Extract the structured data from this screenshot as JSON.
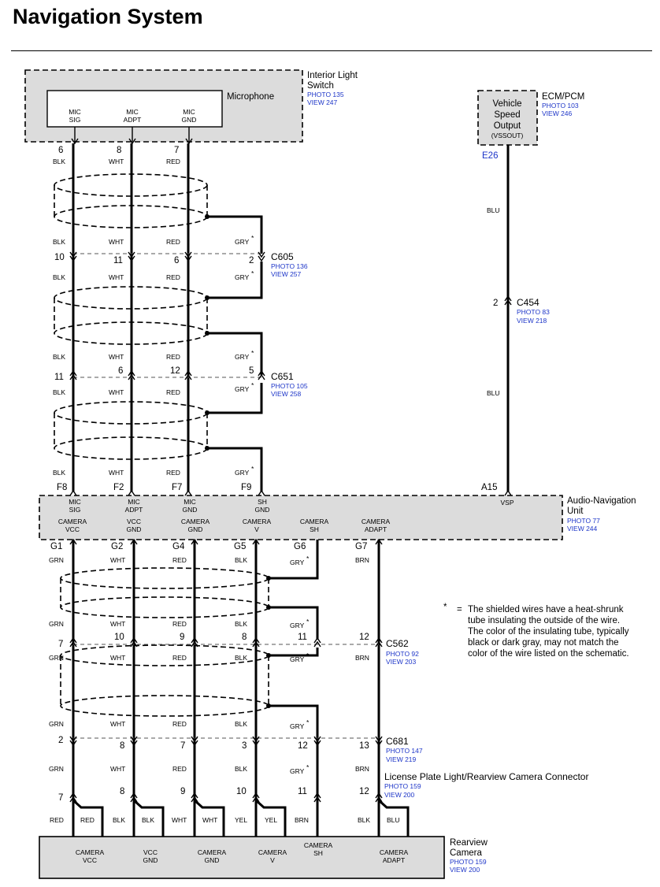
{
  "title": "Navigation System",
  "interior_light_switch": {
    "name_line1": "Interior Light",
    "name_line2": "Switch",
    "photo": "PHOTO 135",
    "view": "VIEW 247",
    "microphone": "Microphone",
    "pins": [
      [
        "MIC",
        "SIG"
      ],
      [
        "MIC",
        "ADPT"
      ],
      [
        "MIC",
        "GND"
      ]
    ]
  },
  "ecm": {
    "name": "ECM/PCM",
    "photo": "PHOTO 103",
    "view": "VIEW 246",
    "vss_lines": [
      "Vehicle",
      "Speed",
      "Output"
    ],
    "vss_code": "(VSSOUT)",
    "terminal": "E26"
  },
  "top_pins": [
    "6",
    "8",
    "7"
  ],
  "colors": {
    "blk": "BLK",
    "wht": "WHT",
    "red": "RED",
    "gry": "GRY",
    "blu": "BLU",
    "grn": "GRN",
    "brn": "BRN",
    "yel": "YEL",
    "star": "*"
  },
  "c605": {
    "name": "C605",
    "photo": "PHOTO 136",
    "view": "VIEW 257",
    "pins": [
      "10",
      "11",
      "6",
      "2"
    ]
  },
  "c651": {
    "name": "C651",
    "photo": "PHOTO 105",
    "view": "VIEW 258",
    "pins": [
      "11",
      "6",
      "12",
      "5"
    ]
  },
  "c454": {
    "name": "C454",
    "photo": "PHOTO 83",
    "view": "VIEW 218",
    "pin": "2"
  },
  "anu": {
    "name_line1": "Audio-Navigation",
    "name_line2": "Unit",
    "photo": "PHOTO 77",
    "view": "VIEW 244",
    "top_terms": [
      "F8",
      "F2",
      "F7",
      "F9",
      "A15"
    ],
    "top_pins": [
      [
        "MIC",
        "SIG"
      ],
      [
        "MIC",
        "ADPT"
      ],
      [
        "MIC",
        "GND"
      ],
      [
        "SH",
        "GND"
      ]
    ],
    "vsp": "VSP",
    "bot_pins": [
      [
        "CAMERA",
        "VCC"
      ],
      [
        "VCC",
        "GND"
      ],
      [
        "CAMERA",
        "GND"
      ],
      [
        "CAMERA",
        "V"
      ],
      [
        "CAMERA",
        "SH"
      ],
      [
        "CAMERA",
        "ADAPT"
      ]
    ],
    "bot_terms": [
      "G1",
      "G2",
      "G4",
      "G5",
      "G6",
      "G7"
    ]
  },
  "note": {
    "star": "*",
    "eq": "=",
    "lines": [
      "The shielded wires have a heat-shrunk",
      "tube insulating the outside of the wire.",
      "The color of the insulating tube, typically",
      "black or dark gray, may not match the",
      "color of the wire listed on the schematic."
    ]
  },
  "c562": {
    "name": "C562",
    "photo": "PHOTO 92",
    "view": "VIEW 203",
    "pins": [
      "7",
      "10",
      "9",
      "8",
      "11",
      "12"
    ]
  },
  "c681": {
    "name": "C681",
    "photo": "PHOTO 147",
    "view": "VIEW 219",
    "pins": [
      "2",
      "8",
      "7",
      "3",
      "12",
      "13"
    ]
  },
  "lpl": {
    "name": "License Plate Light/Rearview Camera Connector",
    "photo": "PHOTO 159",
    "view": "VIEW 200",
    "pins": [
      "7",
      "8",
      "9",
      "10",
      "11",
      "12"
    ],
    "labels_left": [
      "RED",
      "BLK",
      "WHT",
      "YEL",
      "BRN",
      "BLK"
    ],
    "labels_right": [
      "RED",
      "BLK",
      "WHT",
      "YEL",
      "BLU"
    ]
  },
  "camera": {
    "name_line1": "Rearview",
    "name_line2": "Camera",
    "photo": "PHOTO 159",
    "view": "VIEW 200",
    "pins": [
      [
        "CAMERA",
        "VCC"
      ],
      [
        "VCC",
        "GND"
      ],
      [
        "CAMERA",
        "GND"
      ],
      [
        "CAMERA",
        "V"
      ],
      [
        "CAMERA",
        "SH"
      ],
      [
        "CAMERA",
        "ADAPT"
      ]
    ]
  }
}
